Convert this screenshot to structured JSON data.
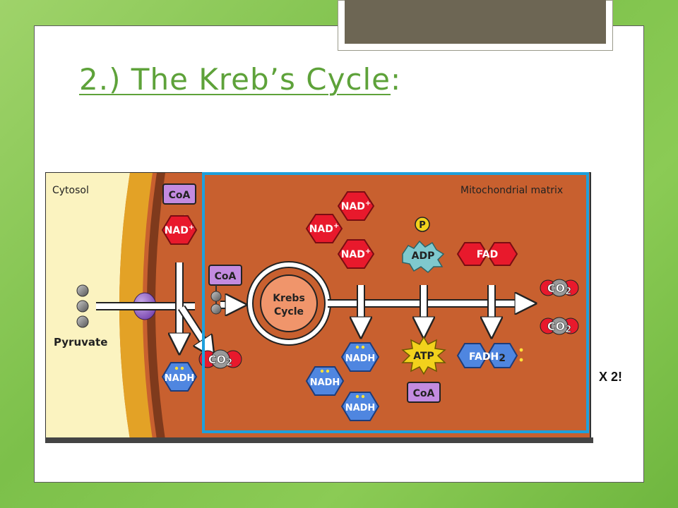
{
  "title": {
    "link_text": "2.) The Kreb’s Cycle",
    "suffix": ":"
  },
  "multiplier": "X 2!",
  "colors": {
    "title_green": "#5ea23a",
    "matrix": "#c8602f",
    "cytosol": "#fbf3c0",
    "membrane": "#e3a226",
    "highlight": "#1ea0dc",
    "nad": "#e8192c",
    "nadh": "#4f86e0",
    "coa": "#c38be0",
    "atp": "#f2d21c",
    "adp": "#7fc9ce"
  },
  "diagram": {
    "cytosol_label": "Cytosol",
    "matrix_label": "Mitochondrial matrix",
    "pyruvate_label": "Pyruvate",
    "krebs_line1": "Krebs",
    "krebs_line2": "Cycle",
    "coa": "CoA",
    "nad": "NAD",
    "nadh": "NADH",
    "plus": "+",
    "co2_main": "CO",
    "co2_sub": "2",
    "adp": "ADP",
    "atp": "ATP",
    "p": "P",
    "fad": "FAD",
    "fadh_main": "FADH",
    "fadh_sub": "2"
  }
}
